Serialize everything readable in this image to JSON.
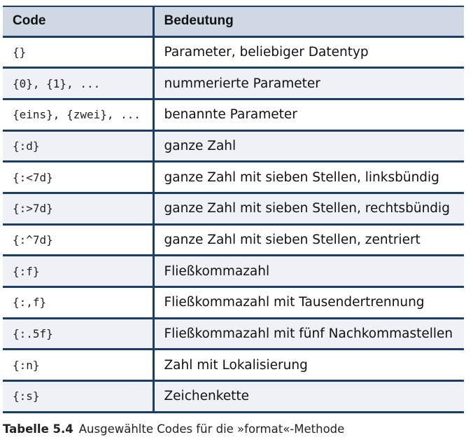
{
  "table": {
    "headers": {
      "code": "Code",
      "meaning": "Bedeutung"
    },
    "rows": [
      {
        "code": "{}",
        "meaning": "Parameter, beliebiger Datentyp"
      },
      {
        "code": "{0}, {1}, ...",
        "meaning": "nummerierte Parameter"
      },
      {
        "code": "{eins}, {zwei}, ...",
        "meaning": "benannte Parameter"
      },
      {
        "code": "{:d}",
        "meaning": "ganze Zahl"
      },
      {
        "code": "{:<7d}",
        "meaning": "ganze Zahl mit sieben Stellen, linksbündig"
      },
      {
        "code": "{:>7d}",
        "meaning": "ganze Zahl mit sieben Stellen, rechtsbündig"
      },
      {
        "code": "{:^7d}",
        "meaning": "ganze Zahl mit sieben Stellen, zentriert"
      },
      {
        "code": "{:f}",
        "meaning": "Fließkommazahl"
      },
      {
        "code": "{:,f}",
        "meaning": "Fließkommazahl mit Tausendertrennung"
      },
      {
        "code": "{:.5f}",
        "meaning": "Fließkommazahl mit fünf Nachkommastellen"
      },
      {
        "code": "{:n}",
        "meaning": "Zahl mit Lokalisierung"
      },
      {
        "code": "{:s}",
        "meaning": "Zeichenkette"
      }
    ]
  },
  "caption": {
    "number": "Tabelle 5.4",
    "text": "Ausgewählte Codes für die »format«-Methode"
  }
}
